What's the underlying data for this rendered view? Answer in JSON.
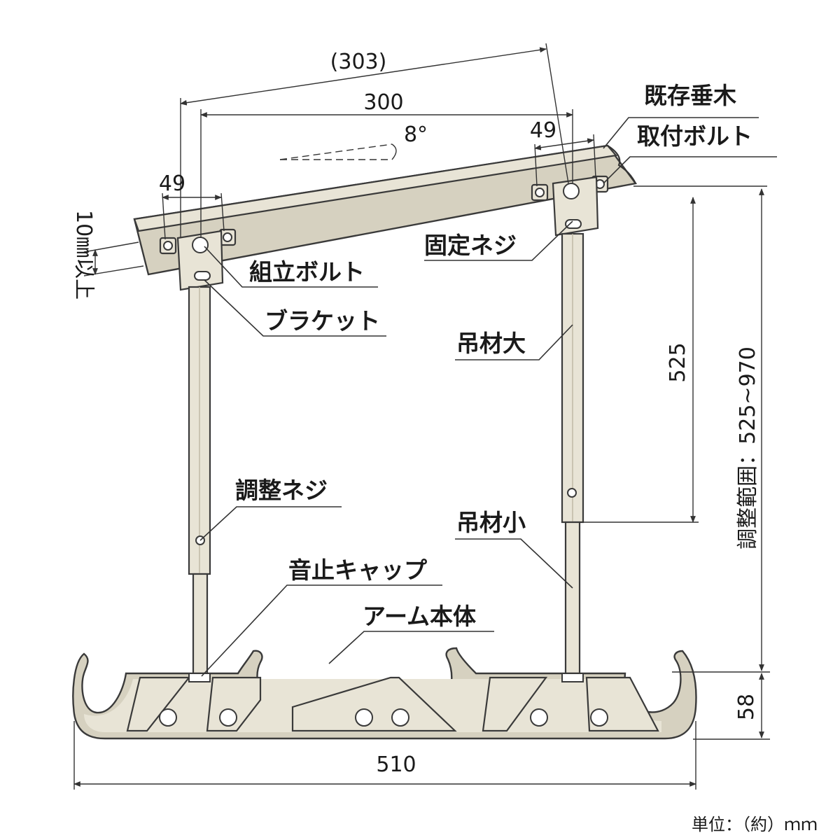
{
  "dimensions": {
    "ref_length": "(303)",
    "length": "300",
    "angle": "8°",
    "bolt_left": "49",
    "bolt_right": "49",
    "min_thickness": "10㎜以上",
    "hanger_length": "525",
    "adjust_range": "調整範囲：525~970",
    "arm_height": "58",
    "arm_width": "510"
  },
  "parts": {
    "existing_rafter": "既存垂木",
    "mount_bolt": "取付ボルト",
    "fixing_screw": "固定ネジ",
    "assembly_bolt": "組立ボルト",
    "bracket": "ブラケット",
    "hanger_large": "吊材大",
    "adjust_screw": "調整ネジ",
    "hanger_small": "吊材小",
    "noise_cap": "音止キャップ",
    "arm_body": "アーム本体"
  },
  "unit_note": "単位：（約）ｍｍ"
}
